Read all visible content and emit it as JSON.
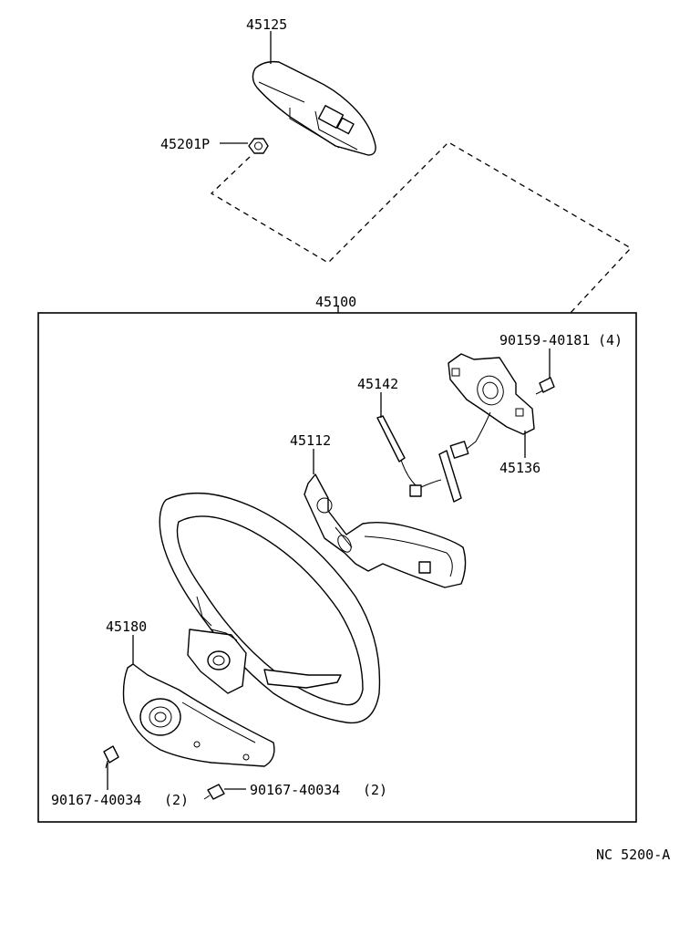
{
  "parts": {
    "horn_pad": "45125",
    "nut": "45201P",
    "assembly": "45100",
    "screw_top": "90159-40181",
    "screw_top_qty": "(4)",
    "wire_harness": "45142",
    "cover_plate": "45136",
    "lower_cover": "45112",
    "spoke_cover": "45180",
    "screw_left": "90167-40034",
    "screw_left_qty": "(2)",
    "screw_mid": "90167-40034",
    "screw_mid_qty": "(2)"
  },
  "figure_code": "NC 5200-A"
}
